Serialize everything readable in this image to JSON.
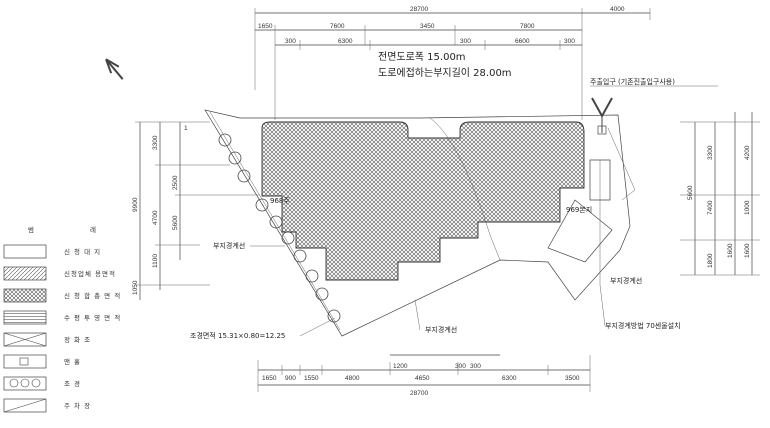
{
  "top_dims": {
    "total": "28700",
    "right": "4000",
    "row1": [
      "1650",
      "7600",
      "3450",
      "7800"
    ],
    "row2": [
      "300",
      "6300",
      "300",
      "6600",
      "300"
    ]
  },
  "road": {
    "width": "전면도로폭 15.00m",
    "frontage": "도로에접하는부지길이 28.00m"
  },
  "left_dims": {
    "vertical_total": "9900",
    "v1": "3300",
    "v2": "2500",
    "v3": "4700",
    "v4": "5600",
    "v5": "1100",
    "v6": "1050"
  },
  "right_dims": {
    "v1": "3300",
    "v2": "4200",
    "v3": "5600",
    "v4": "7400",
    "v5": "1000",
    "v6": "1600",
    "v7": "1600",
    "v8": "1800"
  },
  "bottom_dims": {
    "total": "28700",
    "row1": [
      "1650",
      "900",
      "1550",
      "4800",
      "4650",
      "6300",
      "3500"
    ],
    "small": [
      "1200",
      "300",
      "300"
    ]
  },
  "annotations": {
    "entrance": "주출입구 (기존진출입구사용)",
    "tree_a": "968주",
    "tree_b": "969본지",
    "boundary_1": "부지경계선",
    "boundary_2": "부지경계선",
    "boundary_3": "부지경계선",
    "landscape_area": "조경면적 15.31×0.80=12.25",
    "fence": "부지경계방법 70센울설치"
  },
  "legend": {
    "title_1": "범",
    "title_2": "례",
    "items": [
      "신 청 대 지",
      "신청업체 용면적",
      "신 청 합 총 면 적",
      "수 평 투 영 면 적",
      "정 화 조",
      "맨 홀",
      "조 경",
      "주 차 장"
    ]
  }
}
